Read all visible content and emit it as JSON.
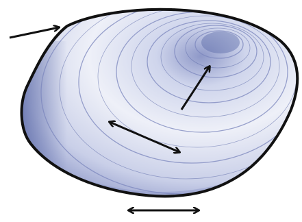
{
  "illustration": {
    "subject": "shell",
    "style": "pencil sketch",
    "colors": {
      "background": "#ffffff",
      "outline": "#111111",
      "shading_dark": "#5c6aa8",
      "shading_mid": "#9aa4d0",
      "shading_light": "#dfe3f3",
      "arrow": "#111111"
    },
    "arrows": [
      {
        "id": "pointer-arrow",
        "kind": "single-headed"
      },
      {
        "id": "growth-arrow",
        "kind": "single-headed"
      },
      {
        "id": "length-arrow",
        "kind": "double-headed"
      },
      {
        "id": "width-arrow",
        "kind": "double-headed"
      }
    ]
  }
}
